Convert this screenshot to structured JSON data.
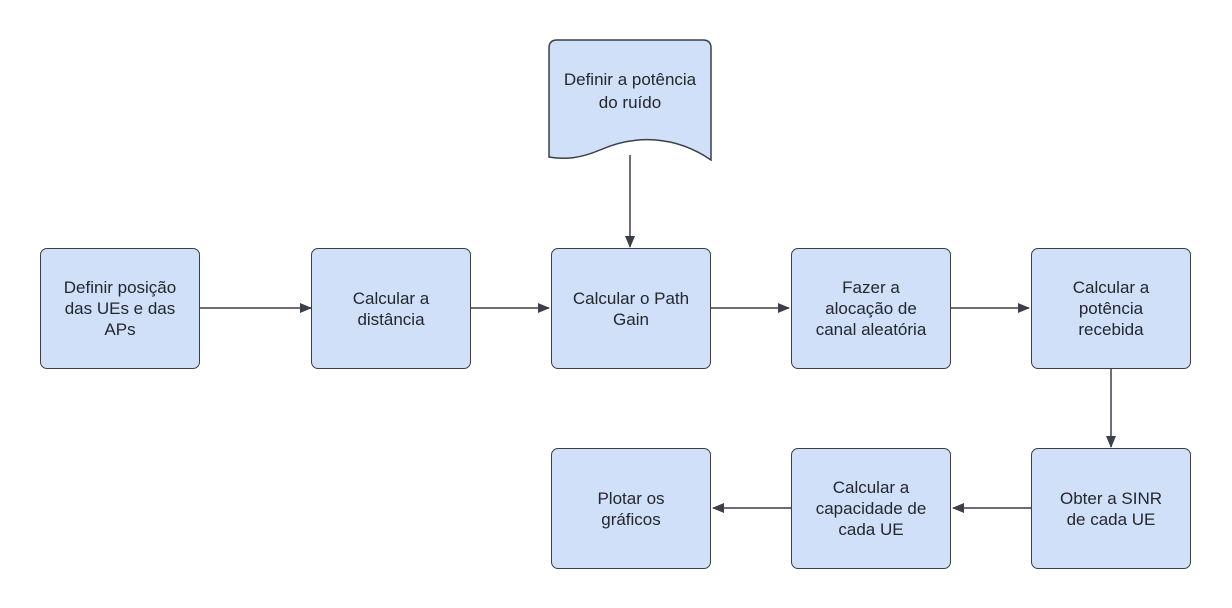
{
  "diagram": {
    "document_node": {
      "label": "Definir a potência\ndo ruído"
    },
    "nodes": {
      "define_positions": "Definir posição\ndas UEs e das\nAPs",
      "calc_distance": "Calcular a\ndistância",
      "calc_path_gain": "Calcular o Path\nGain",
      "channel_allocation": "Fazer a\nalocação de\ncanal aleatória",
      "calc_received_power": "Calcular a\npotência\nrecebida",
      "get_sinr": "Obter a SINR\nde cada UE",
      "calc_capacity": "Calcular a\ncapacidade de\ncada UE",
      "plot_graphs": "Plotar os\ngráficos"
    },
    "colors": {
      "node_fill": "#cfe0f8",
      "stroke": "#3b3f47",
      "text": "#24272d"
    }
  }
}
